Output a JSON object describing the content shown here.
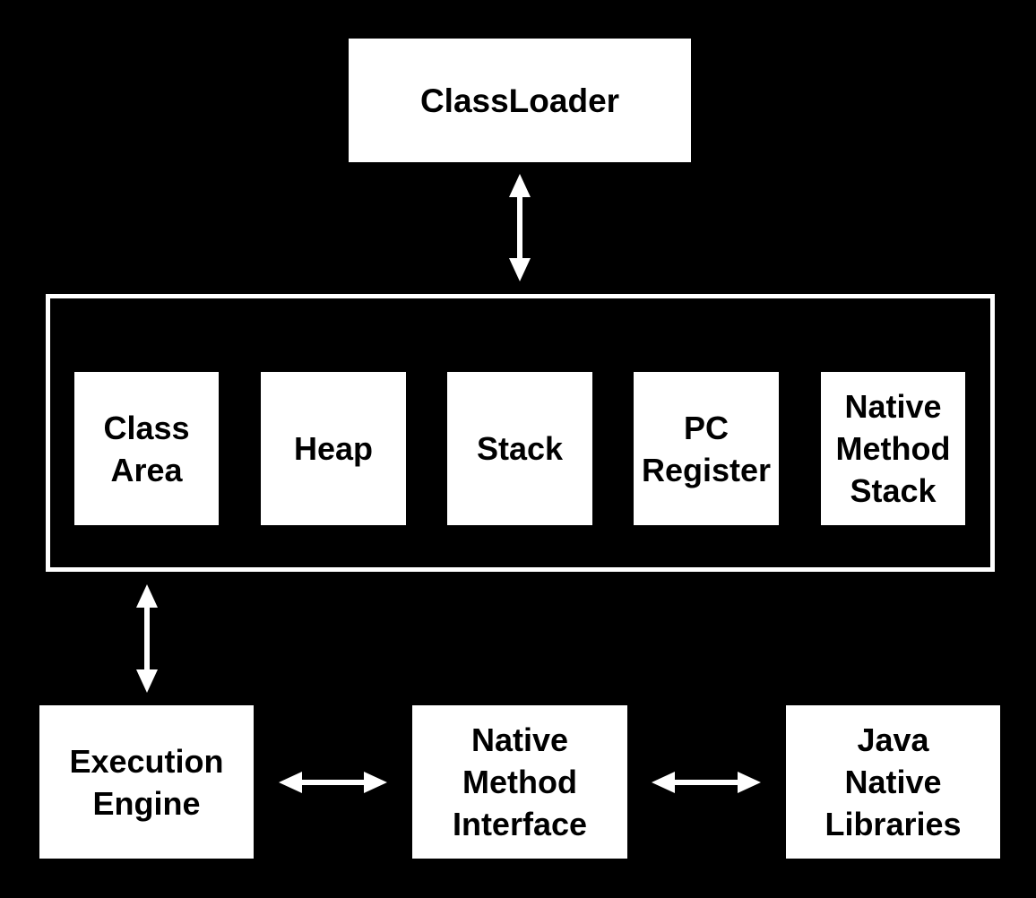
{
  "colors": {
    "background": "#000000",
    "box_fill": "#ffffff",
    "text": "#000000",
    "lines": "#ffffff"
  },
  "classloader": {
    "label": "ClassLoader"
  },
  "runtime_data_areas": {
    "class_area": "Class\nArea",
    "heap": "Heap",
    "stack": "Stack",
    "pc_register": "PC\nRegister",
    "native_method_stack": "Native\nMethod\nStack"
  },
  "execution_engine": {
    "label": "Execution\nEngine"
  },
  "native_method_interface": {
    "label": "Native\nMethod\nInterface"
  },
  "java_native_libraries": {
    "label": "Java\nNative\nLibraries"
  },
  "connections": [
    {
      "from": "classloader",
      "to": "runtime-data-areas",
      "type": "bidirectional"
    },
    {
      "from": "runtime-data-areas",
      "to": "execution-engine",
      "type": "bidirectional"
    },
    {
      "from": "execution-engine",
      "to": "native-method-interface",
      "type": "bidirectional"
    },
    {
      "from": "native-method-interface",
      "to": "java-native-libraries",
      "type": "bidirectional"
    }
  ]
}
